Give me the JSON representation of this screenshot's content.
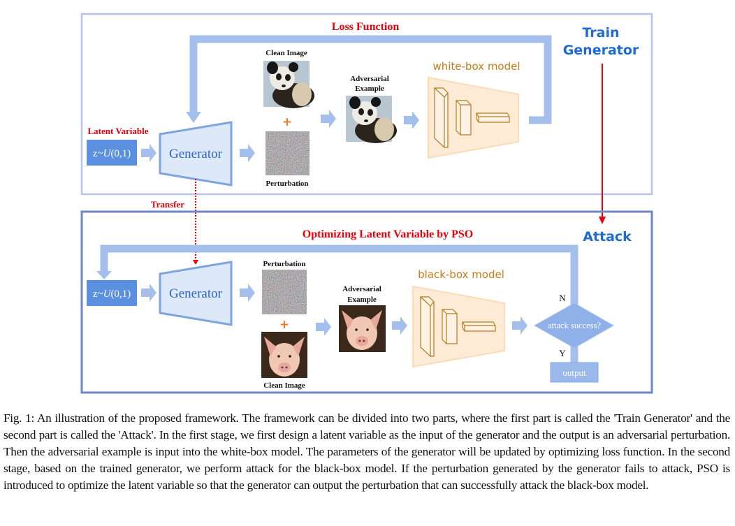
{
  "figure": {
    "colors": {
      "frame_light": "#b6c4e6",
      "frame_dark": "#6e85c6",
      "arrow": "#a4bfec",
      "z_box": "#5b8fe0",
      "generator_fill": "#dde8f8",
      "generator_stroke": "#7ea3e2",
      "model_fill": "#fdebd6",
      "model_stroke": "#b87a1e",
      "red": "#e8000b",
      "stage_blue": "#1f6bd1",
      "diamond": "#8fb0e8",
      "output_box": "#9ab8ea"
    },
    "train_stage": {
      "stage_title_line1": "Train",
      "stage_title_line2": "Generator",
      "loss_label": "Loss Function",
      "latent_label": "Latent Variable",
      "z_prefix": "z~",
      "z_dist": "U",
      "z_args": "(0,1)",
      "generator_label": "Generator",
      "clean_image_label": "Clean Image",
      "clean_image_content": "panda",
      "plus_sign": "+",
      "perturbation_label": "Perturbation",
      "adv_label_line1": "Adversarial",
      "adv_label_line2": "Example",
      "adv_image_content": "panda",
      "model_label": "white-box model"
    },
    "transfer_label": "Transfer",
    "attack_stage": {
      "stage_title": "Attack",
      "pso_label": "Optimizing Latent Variable by PSO",
      "z_prefix": "z~",
      "z_dist": "U",
      "z_args": "(0,1)",
      "generator_label": "Generator",
      "perturbation_label": "Perturbation",
      "plus_sign": "+",
      "clean_image_label": "Clean Image",
      "clean_image_content": "pig",
      "adv_label_line1": "Adversarial",
      "adv_label_line2": "Example",
      "adv_image_content": "pig",
      "model_label": "black-box model",
      "decision_label": "attack success?",
      "no_label": "N",
      "yes_label": "Y",
      "output_label": "output"
    }
  },
  "caption": {
    "text": "Fig. 1: An illustration of the proposed framework. The framework can be divided into two parts, where the first part is called the 'Train Generator' and the second part is called the 'Attack'. In the first stage, we first design a latent variable as the input of the generator and the output is an adversarial perturbation. Then the adversarial example is input into the white-box model. The parameters of the generator will be updated by optimizing loss function. In the second stage, based on the trained generator, we perform attack for the black-box model. If the perturbation generated by the generator fails to attack, PSO is introduced to optimize the latent variable so that the generator can output the perturbation that can successfully attack the black-box model."
  }
}
